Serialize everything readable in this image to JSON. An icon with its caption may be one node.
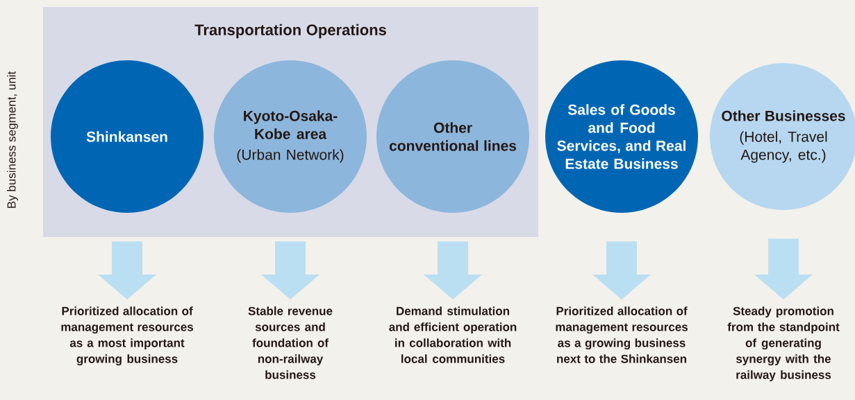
{
  "diagram": {
    "nodes": [
      {
        "text": [
          "Transportation Operations"
        ]
      },
      {
        "text": [
          "Shinkansen"
        ],
        "in": 0
      },
      {
        "text": [
          "Kyoto-Osaka-Kobe area",
          "(Urban Network)"
        ],
        "in": 0
      },
      {
        "text": [
          "Other conventional lines"
        ],
        "in": 0
      },
      {
        "text": [
          "Sales of Goods and Food Services, and Real Estate Business"
        ]
      },
      {
        "text": [
          "Other Businesses",
          "(Hotel, Travel Agency, etc.)"
        ]
      },
      {
        "text": [
          "Prioritized allocation of management resources as a most important growing business"
        ]
      },
      {
        "text": [
          "Stable revenue sources and foundation of non-railway business"
        ]
      },
      {
        "text": [
          "Demand stimulation and efficient operation in collaboration with local communities"
        ]
      },
      {
        "text": [
          "Prioritized allocation of management resources as a growing business next to the Shinkansen"
        ]
      },
      {
        "text": [
          "Steady promotion from the standpoint of generating synergy with the railway business"
        ]
      }
    ],
    "edges": [
      {
        "from": 1,
        "to": 6,
        "arrow": "to"
      },
      {
        "from": 2,
        "to": 7,
        "arrow": "to"
      },
      {
        "from": 3,
        "to": 8,
        "arrow": "to"
      },
      {
        "from": 4,
        "to": 9,
        "arrow": "to"
      },
      {
        "from": 5,
        "to": 10,
        "arrow": "to"
      }
    ],
    "labels": [
      "By business segment, unit"
    ]
  }
}
